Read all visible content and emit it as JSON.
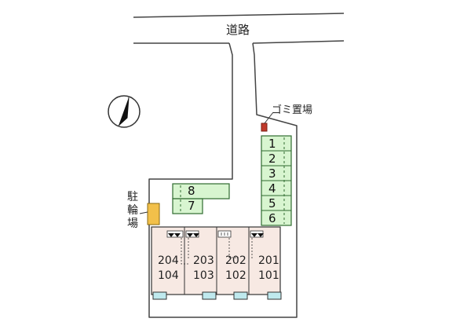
{
  "road": {
    "label": "道路"
  },
  "garbage": {
    "label": "ゴミ置場",
    "color": "#c0392b"
  },
  "bicycle": {
    "label_chars": [
      "駐",
      "輪",
      "場"
    ],
    "color": "#f2c04a"
  },
  "parking": {
    "color": "#d8f5d0",
    "right_column": [
      "1",
      "2",
      "3",
      "4",
      "5",
      "6"
    ],
    "left_block": [
      "8",
      "7"
    ]
  },
  "building": {
    "color": "#f7e9e3",
    "units_upper": [
      "204",
      "203",
      "202",
      "201"
    ],
    "units_lower": [
      "104",
      "103",
      "102",
      "101"
    ],
    "step_color": "#bfe9ee"
  },
  "north_arrow": {
    "icon": "north-arrow-icon"
  }
}
